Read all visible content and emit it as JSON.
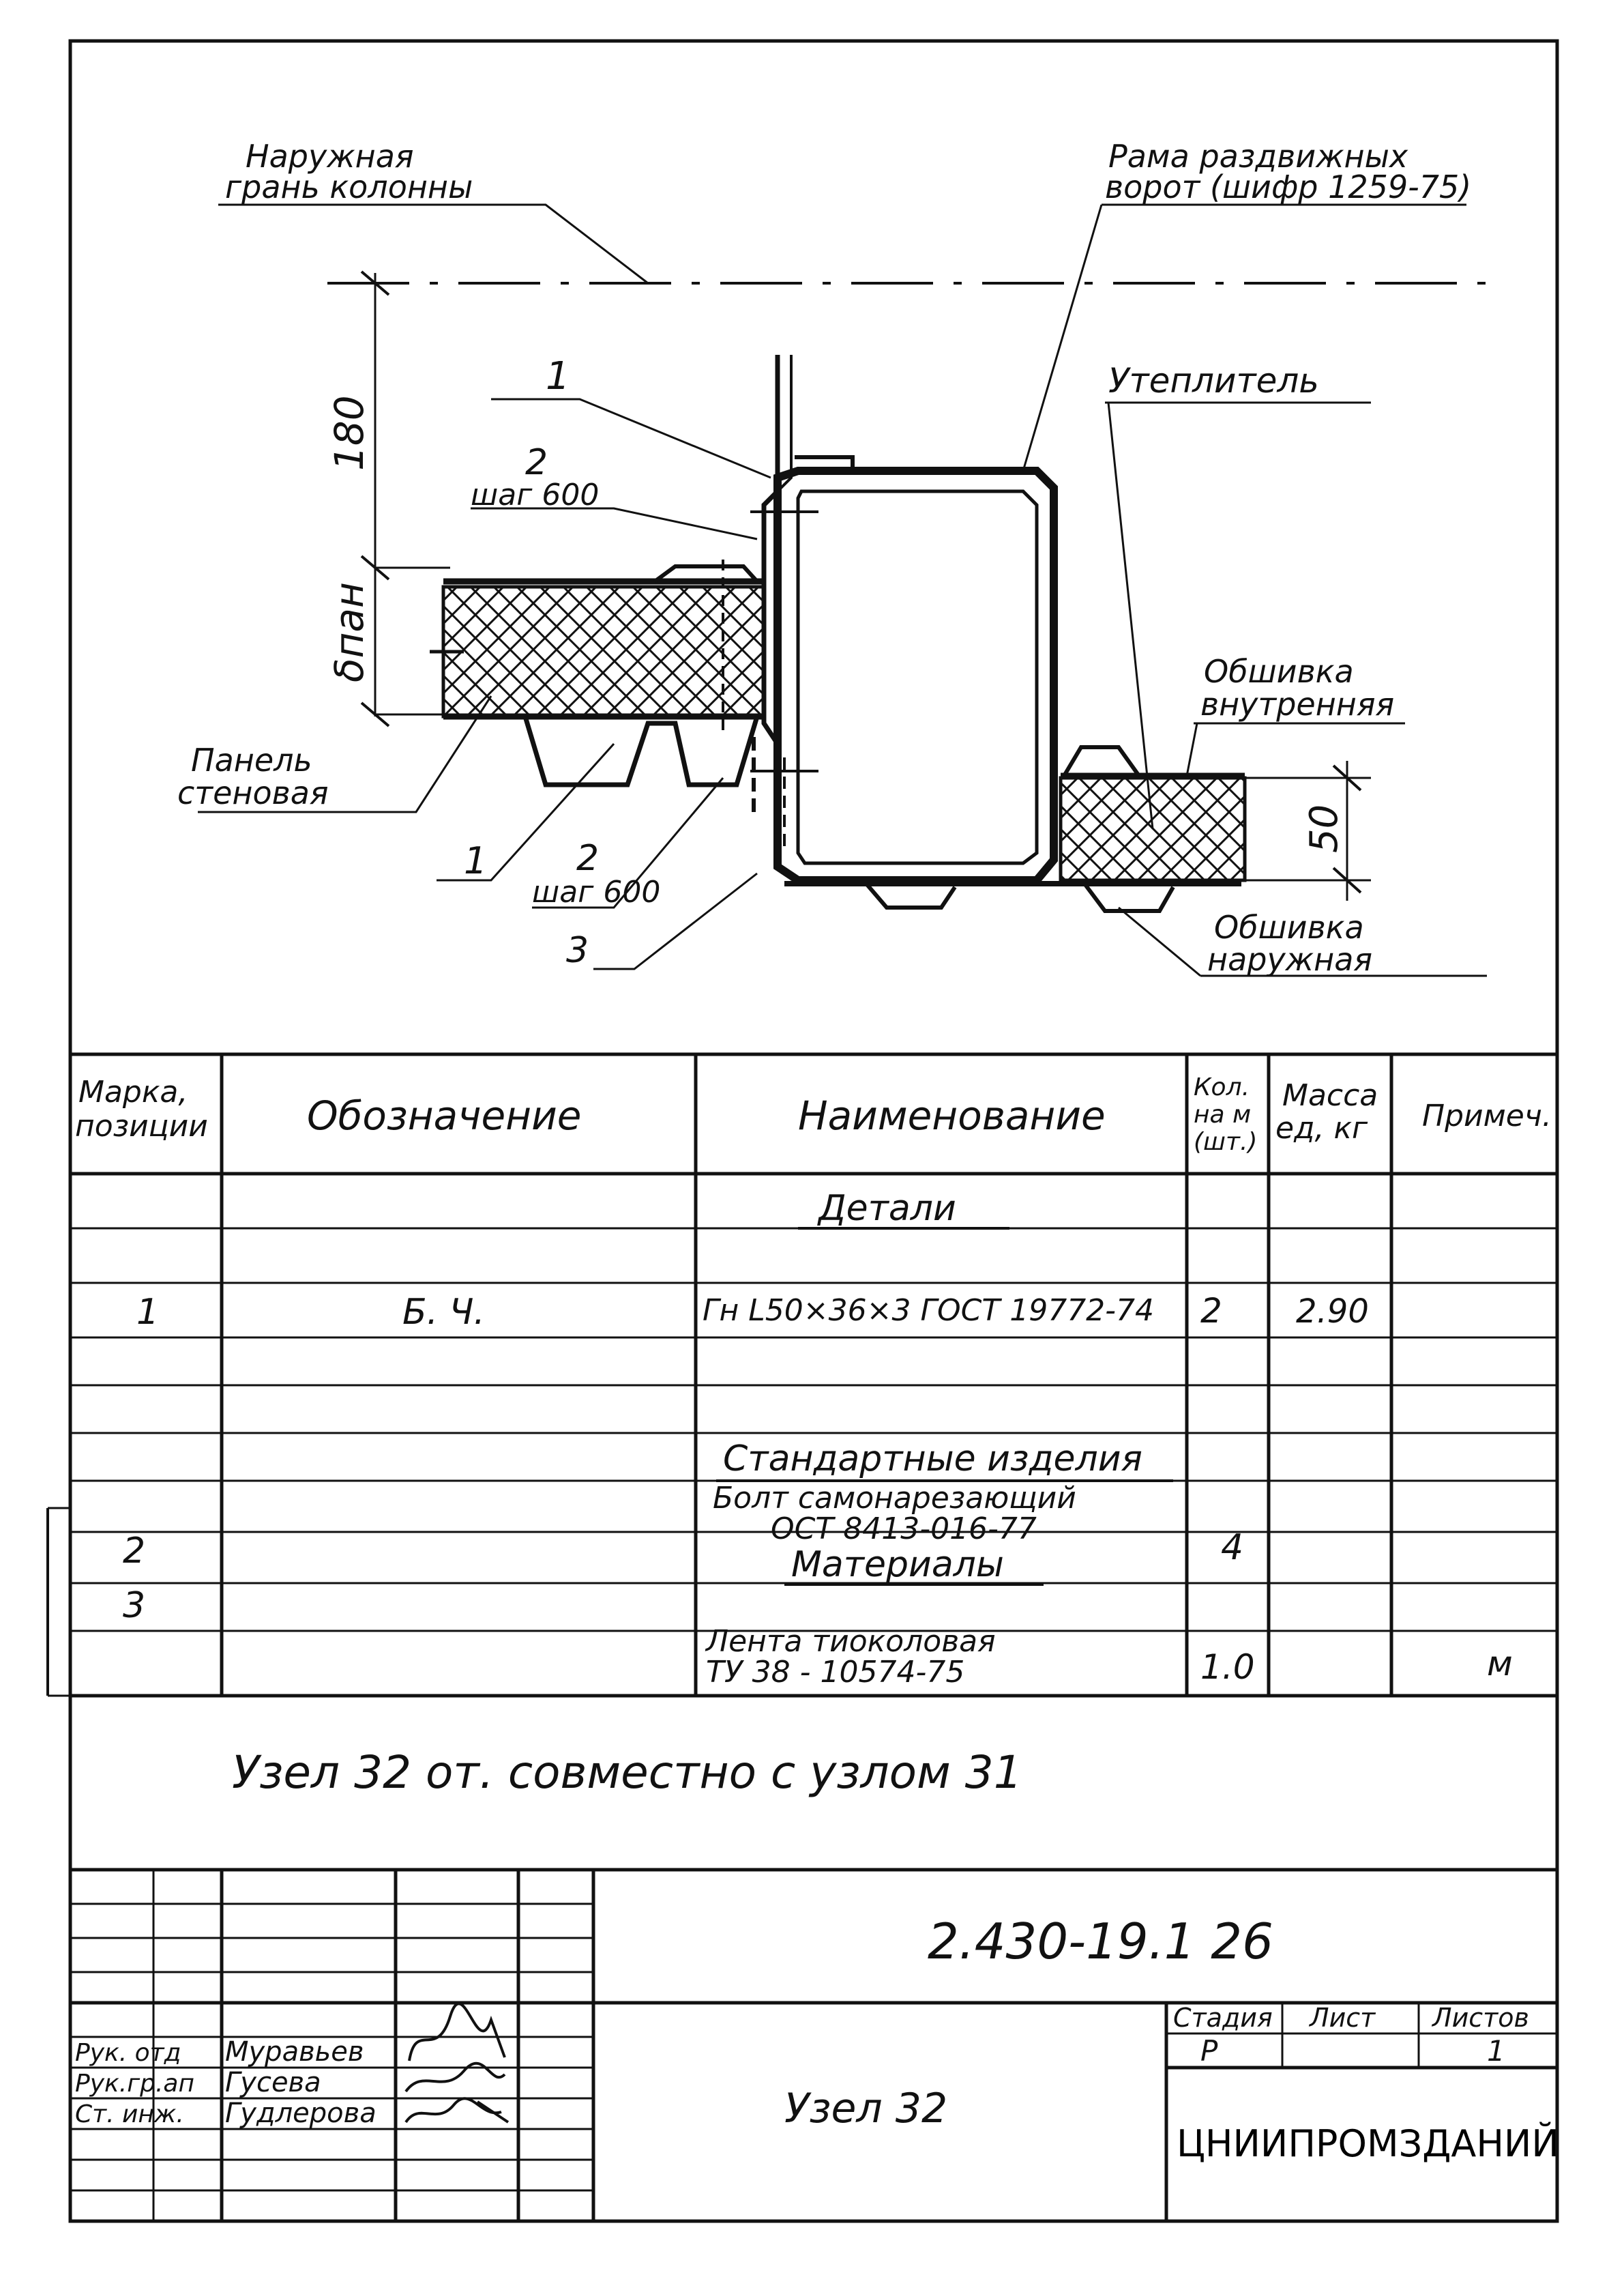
{
  "drawing": {
    "callouts": {
      "outer_face": [
        "Наружная",
        "грань колонны"
      ],
      "gate_frame": [
        "Рама раздвижных",
        "ворот (шифр 1259-75)"
      ],
      "insulation": "Утеплитель",
      "inner_cladding": [
        "Обшивка",
        "внутренняя"
      ],
      "outer_cladding": [
        "Обшивка",
        "наружная"
      ],
      "wall_panel": [
        "Панель",
        "стеновая"
      ],
      "pos_1_top": "1",
      "pos_2_top": "2",
      "pitch_top": "шаг 600",
      "pos_1_bottom": "1",
      "pos_2_bottom": "2",
      "pitch_bottom": "шаг 600",
      "pos_3": "3"
    },
    "dimensions": {
      "d_180": "180",
      "d_pan": "δпан",
      "d_50": "50"
    }
  },
  "spec": {
    "headers": {
      "mark": [
        "Марка,",
        "позиции"
      ],
      "designation": "Обозначение",
      "name": "Наименование",
      "qty": [
        "Кол.",
        "на м",
        "(шт.)"
      ],
      "mass": [
        "Масса",
        "ед, кг"
      ],
      "note": "Примеч."
    },
    "sections": {
      "details": "Детали",
      "standard": "Стандартные изделия",
      "materials": "Материалы"
    },
    "rows": [
      {
        "mark": "1",
        "designation": "Б. Ч.",
        "name": "Гн L50×36×3 ГОСТ 19772-74",
        "qty": "2",
        "mass": "2.90",
        "note": ""
      },
      {
        "mark": "2",
        "designation": "",
        "name": [
          "Болт самонарезающий",
          "ОСТ 8413-016-77"
        ],
        "qty": "4",
        "mass": "",
        "note": ""
      },
      {
        "mark": "3",
        "designation": "",
        "name": [
          "Лента тиоколовая",
          "ТУ 38 - 10574-75"
        ],
        "qty": "1.0",
        "mass": "",
        "note": "м"
      }
    ]
  },
  "note": "Узел 32 от. совместно с узлом 31",
  "title_block": {
    "doc_code": "2.430-19.1 26",
    "title": "Узел 32",
    "stage_label": "Стадия",
    "sheet_label": "Лист",
    "sheets_label": "Листов",
    "stage": "Р",
    "sheet": "",
    "sheets": "1",
    "org": "ЦНИИПРОМЗДАНИЙ",
    "people": [
      {
        "role": "Рук. отд",
        "name": "Муравьев"
      },
      {
        "role": "Рук.гр.ап",
        "name": "Гусева"
      },
      {
        "role": "Ст. инж.",
        "name": "Гудлерова"
      }
    ]
  }
}
